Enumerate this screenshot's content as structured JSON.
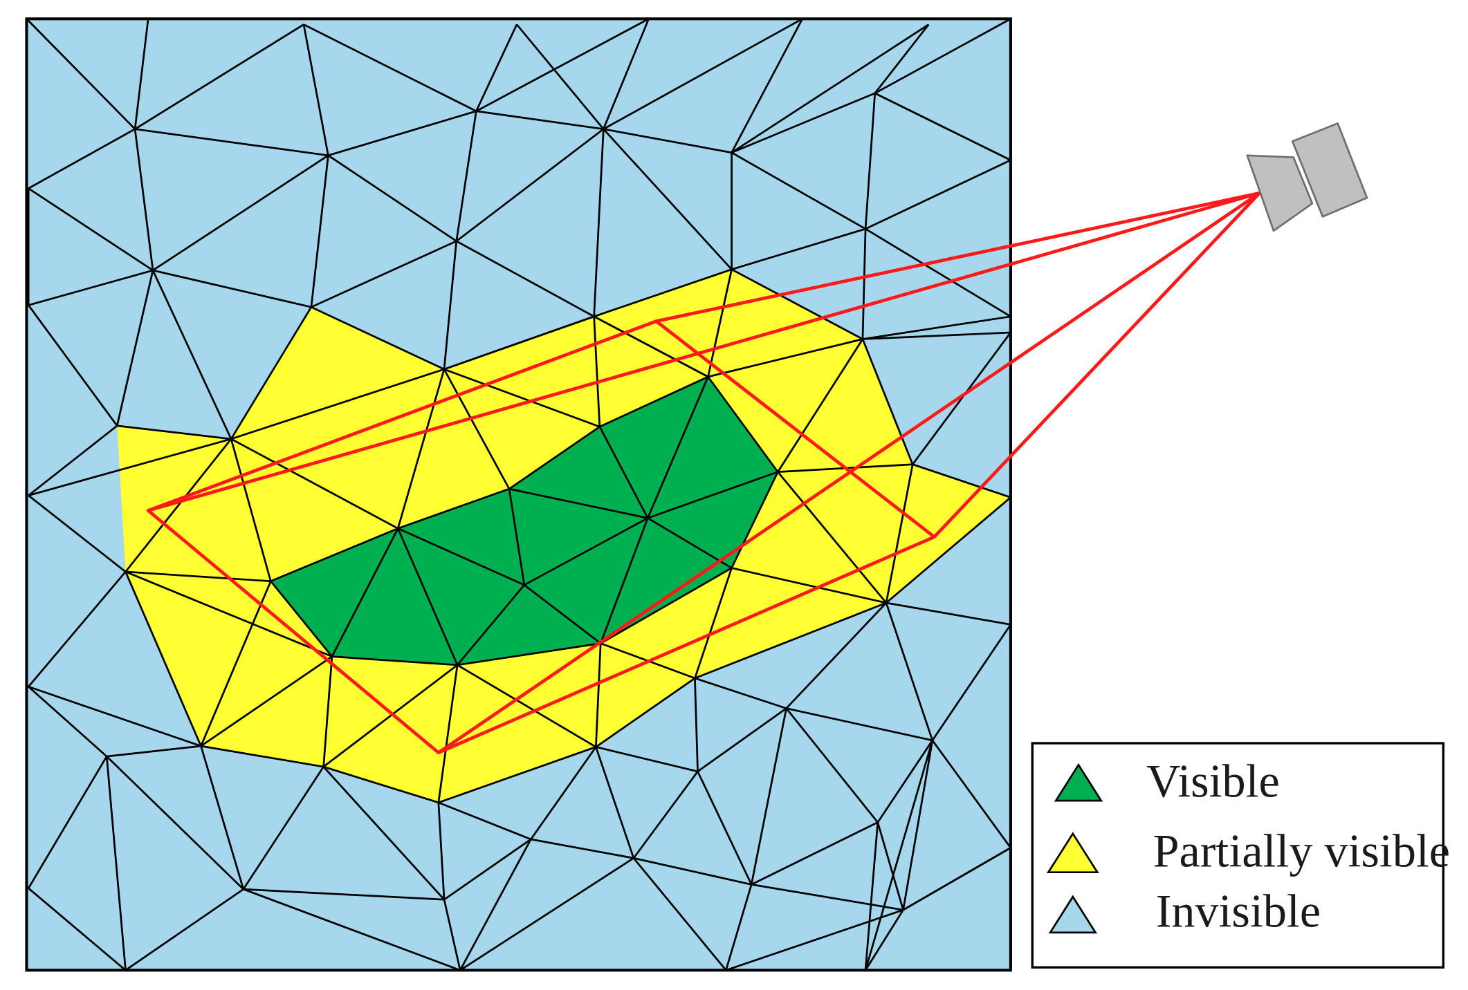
{
  "diagram": {
    "colors": {
      "visible": "#00b050",
      "partially_visible": "#ffff33",
      "invisible": "#a6d7ed",
      "mesh_edge": "#000000",
      "frustum": "#ff1a1a",
      "camera": "#c0c0c0"
    },
    "legend": {
      "items": [
        {
          "key": "visible",
          "label": "Visible",
          "color": "#00b050"
        },
        {
          "key": "partial",
          "label": "Partially visible",
          "color": "#ffff33"
        },
        {
          "key": "invisible",
          "label": "Invisible",
          "color": "#a6d7ed"
        }
      ]
    },
    "icons": {
      "camera": "camera-icon",
      "legend_swatch": "triangle-icon"
    }
  }
}
